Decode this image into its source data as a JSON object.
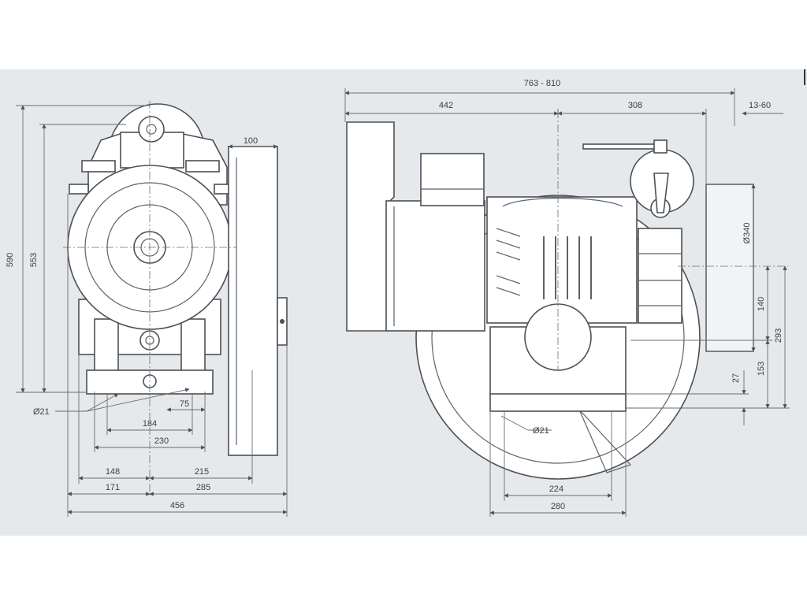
{
  "colors": {
    "sheet": "#e6e9ec",
    "line": "#4d5054",
    "fill": "#ffffff"
  },
  "front_view": {
    "dims": {
      "overall_height": "590",
      "sheave_height": "553",
      "brake_depth": "100",
      "bottom_offset": "75",
      "foot_hole": "Ø21",
      "foot_inner": "184",
      "foot_outer": "230",
      "left_to_center": "148",
      "center_to_right": "215",
      "left_outer": "171",
      "right_outer": "285",
      "total_width": "456"
    }
  },
  "side_view": {
    "dims": {
      "overall_length": "763 - 810",
      "motor_length": "442",
      "sheave_offset": "308",
      "shaft_extension": "13-60",
      "sheave_diameter": "Ø340",
      "axis_height_upper": "140",
      "axis_height_lower": "153",
      "axis_height_total": "293",
      "base_thickness": "27",
      "foot_hole": "Ø21",
      "base_inner": "224",
      "base_outer": "280"
    }
  }
}
